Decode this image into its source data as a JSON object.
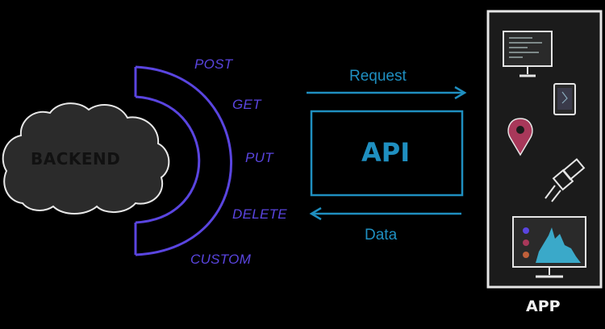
{
  "backend": {
    "label": "BACKEND"
  },
  "methods": [
    "POST",
    "GET",
    "PUT",
    "DELETE",
    "CUSTOM"
  ],
  "api": {
    "label": "API"
  },
  "arrows": {
    "request": "Request",
    "data": "Data"
  },
  "app": {
    "label": "APP"
  },
  "colors": {
    "accent_purple": "#5a45e0",
    "accent_blue": "#1f8fc0",
    "cloud": "#2b2b2b",
    "panel": "#1b1b1b",
    "pin": "#a8385a",
    "chart_area": "#3aa9c9"
  }
}
